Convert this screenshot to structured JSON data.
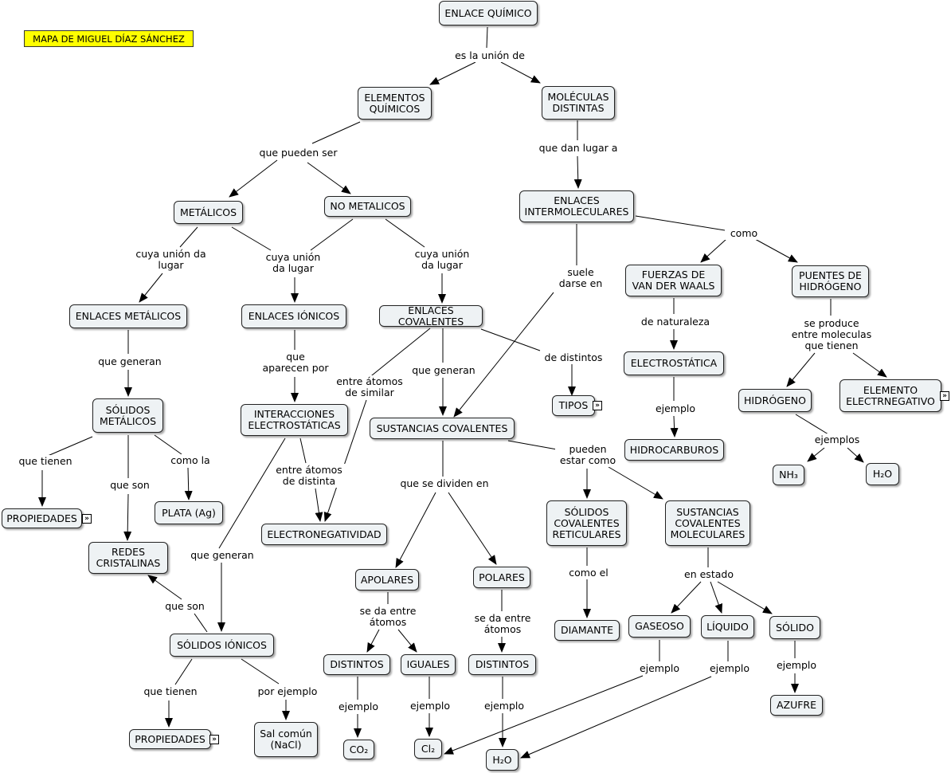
{
  "author_label": "MAPA DE MIGUEL DÍAZ SÁNCHEZ",
  "concepts": {
    "enlace_quimico": "ENLACE QUÍMICO",
    "elementos_quimicos": "ELEMENTOS\nQUÍMICOS",
    "moleculas_distintas": "MOLÉCULAS\nDISTINTAS",
    "metalicos": "METÁLICOS",
    "no_metalicos": "NO METALICOS",
    "enlaces_intermoleculares": "ENLACES\nINTERMOLECULARES",
    "enlaces_metalicos": "ENLACES METÁLICOS",
    "enlaces_ionicos": "ENLACES IÓNICOS",
    "enlaces_covalentes": "ENLACES COVALENTES",
    "fuerzas_vdw": "FUERZAS DE\nVAN DER WAALS",
    "puentes_hidrogeno": "PUENTES DE\nHIDRÓGENO",
    "solidos_metalicos": "SÓLIDOS\nMETÁLICOS",
    "interacciones": "INTERACCIONES\nELECTROSTÁTICAS",
    "tipos": "TIPOS",
    "electrostatica": "ELECTROSTÁTICA",
    "hidrogeno": "HIDRÓGENO",
    "elemento_electronegativo": "ELEMENTO\nELECTRNEGATIVO",
    "sustancias_covalentes": "SUSTANCIAS COVALENTES",
    "propiedades_1": "PROPIEDADES",
    "plata": "PLATA (Ag)",
    "electronegatividad": "ELECTRONEGATIVIDAD",
    "hidrocarburos": "HIDROCARBUROS",
    "nh3": "NH₃",
    "h2o_1": "H₂O",
    "solidos_cov_ret": "SÓLIDOS\nCOVALENTES\nRETICULARES",
    "sust_cov_mol": "SUSTANCIAS\nCOVALENTES\nMOLECULARES",
    "redes_cristalinas": "REDES\nCRISTALINAS",
    "apolares": "APOLARES",
    "polares": "POLARES",
    "diamante": "DIAMANTE",
    "gaseoso": "GASEOSO",
    "liquido": "LÍQUIDO",
    "solido": "SÓLIDO",
    "solidos_ionicos": "SÓLIDOS IÓNICOS",
    "distintos_1": "DISTINTOS",
    "iguales": "IGUALES",
    "distintos_2": "DISTINTOS",
    "azufre": "AZUFRE",
    "propiedades_2": "PROPIEDADES",
    "sal_comun": "Sal común\n(NaCl)",
    "co2": "CO₂",
    "cl2": "Cl₂",
    "h2o_2": "H₂O"
  },
  "phrases": {
    "es_la_union_de": "es la unión de",
    "que_pueden_ser": "que pueden ser",
    "que_dan_lugar_a": "que dan lugar a",
    "cuya_union_1": "cuya unión da\nlugar",
    "cuya_union_2": "cuya unión\nda lugar",
    "cuya_union_3": "cuya unión\nda lugar",
    "suele_darse_en": "suele\ndarse en",
    "como": "como",
    "que_generan_1": "que generan",
    "que_aparecen_por": "que\naparecen por",
    "entre_atomos_similar": "entre átomos\nde similar",
    "que_generan_2": "que generan",
    "de_distintos": "de distintos",
    "de_naturaleza": "de naturaleza",
    "se_produce": "se produce\nentre moleculas\nque tienen",
    "que_tienen_1": "que tienen",
    "que_son_1": "que son",
    "como_la": "como la",
    "entre_atomos_distinta": "entre átomos\nde distinta",
    "que_generan_3": "que generan",
    "ejemplo_vdw": "ejemplo",
    "ejemplos_pdh": "ejemplos",
    "pueden_estar_como": "pueden\nestar como",
    "que_se_dividen_en": "que se dividen en",
    "como_el": "como el",
    "en_estado": "en estado",
    "que_son_2": "que son",
    "se_da_entre_1": "se da entre\nátomos",
    "se_da_entre_2": "se da entre\nátomos",
    "ejemplo_gaseoso": "ejemplo",
    "ejemplo_liquido": "ejemplo",
    "ejemplo_solido": "ejemplo",
    "que_tienen_2": "que tienen",
    "por_ejemplo": "por ejemplo",
    "ejemplo_distintos_1": "ejemplo",
    "ejemplo_iguales": "ejemplo",
    "ejemplo_distintos_2": "ejemplo"
  },
  "expand_icon": "»",
  "colors": {
    "node_fill": "#eef2f4",
    "author_fill": "#ffff00",
    "line": "#000000"
  }
}
